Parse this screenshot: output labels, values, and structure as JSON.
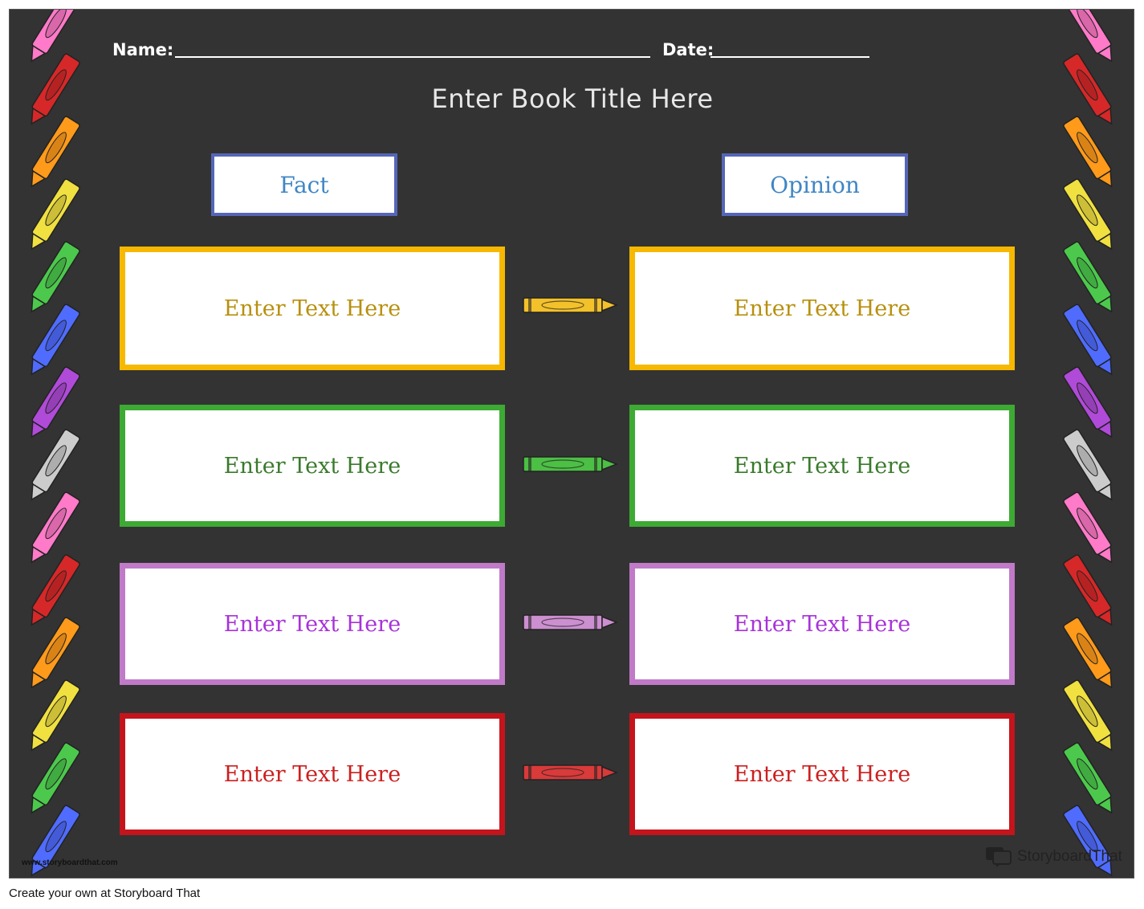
{
  "header": {
    "name_label": "Name:",
    "date_label": "Date:"
  },
  "book_title": "Enter Book Title Here",
  "columns": {
    "fact": "Fact",
    "opinion": "Opinion"
  },
  "rows": [
    {
      "fact_text": "Enter Text Here",
      "opinion_text": "Enter Text Here",
      "border_color": "#f6b800",
      "text_color": "#b8900e",
      "crayon_color": "#f3c12a"
    },
    {
      "fact_text": "Enter Text Here",
      "opinion_text": "Enter Text Here",
      "border_color": "#3daa33",
      "text_color": "#3a7a2c",
      "crayon_color": "#4cbf45"
    },
    {
      "fact_text": "Enter Text Here",
      "opinion_text": "Enter Text Here",
      "border_color": "#c07ac8",
      "text_color": "#a733d9",
      "crayon_color": "#cc8fd0"
    },
    {
      "fact_text": "Enter Text Here",
      "opinion_text": "Enter Text Here",
      "border_color": "#c4141c",
      "text_color": "#cc1f1f",
      "crayon_color": "#d93a3a"
    }
  ],
  "branding": {
    "site": "www.storyboardthat.com",
    "logo_text": "StoryboardThat",
    "footer": "Create your own at Storyboard That"
  },
  "colors": {
    "background": "#333333",
    "header_border": "#5566b8",
    "header_text": "#3f86c5"
  }
}
